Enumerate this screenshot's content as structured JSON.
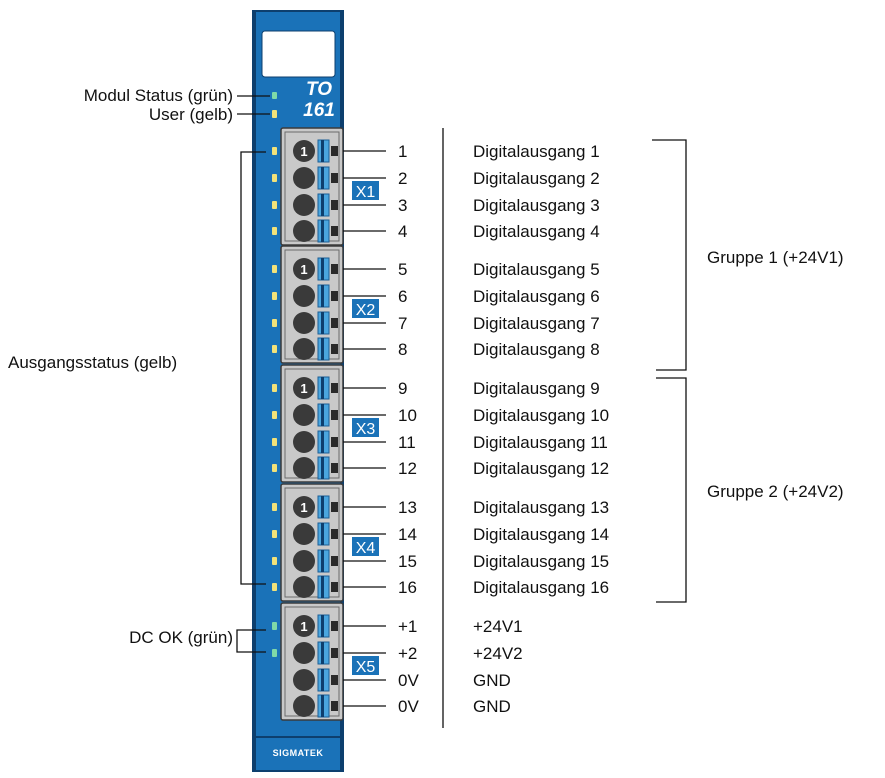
{
  "module": {
    "title_line1": "TO",
    "title_line2": "161",
    "brand": "SIGMATEK",
    "colors": {
      "body": "#1a72b8",
      "body_dark": "#0d3f6e",
      "terminal": "#c9c9c9",
      "led_yellow": "#f2e27a",
      "led_green": "#7fd9a8"
    }
  },
  "left_labels": {
    "module_status": "Modul Status (grün)",
    "user": "User (gelb)",
    "output_status": "Ausgangsstatus (gelb)",
    "dc_ok": "DC OK (grün)"
  },
  "connectors": [
    {
      "id": "X1",
      "label": "X1",
      "pin1": "1",
      "pins": [
        {
          "number": "1",
          "function": "Digitalausgang 1"
        },
        {
          "number": "2",
          "function": "Digitalausgang 2"
        },
        {
          "number": "3",
          "function": "Digitalausgang 3"
        },
        {
          "number": "4",
          "function": "Digitalausgang 4"
        }
      ]
    },
    {
      "id": "X2",
      "label": "X2",
      "pin1": "1",
      "pins": [
        {
          "number": "5",
          "function": "Digitalausgang 5"
        },
        {
          "number": "6",
          "function": "Digitalausgang 6"
        },
        {
          "number": "7",
          "function": "Digitalausgang 7"
        },
        {
          "number": "8",
          "function": "Digitalausgang 8"
        }
      ]
    },
    {
      "id": "X3",
      "label": "X3",
      "pin1": "1",
      "pins": [
        {
          "number": "9",
          "function": "Digitalausgang 9"
        },
        {
          "number": "10",
          "function": "Digitalausgang 10"
        },
        {
          "number": "11",
          "function": "Digitalausgang 11"
        },
        {
          "number": "12",
          "function": "Digitalausgang 12"
        }
      ]
    },
    {
      "id": "X4",
      "label": "X4",
      "pin1": "1",
      "pins": [
        {
          "number": "13",
          "function": "Digitalausgang 13"
        },
        {
          "number": "14",
          "function": "Digitalausgang 14"
        },
        {
          "number": "15",
          "function": "Digitalausgang 15"
        },
        {
          "number": "16",
          "function": "Digitalausgang 16"
        }
      ]
    },
    {
      "id": "X5",
      "label": "X5",
      "pin1": "1",
      "pins": [
        {
          "number": "+1",
          "function": "+24V1"
        },
        {
          "number": "+2",
          "function": "+24V2"
        },
        {
          "number": "0V",
          "function": "GND"
        },
        {
          "number": "0V",
          "function": "GND"
        }
      ]
    }
  ],
  "groups": [
    {
      "label": "Gruppe 1 (+24V1)"
    },
    {
      "label": "Gruppe 2 (+24V2)"
    }
  ]
}
